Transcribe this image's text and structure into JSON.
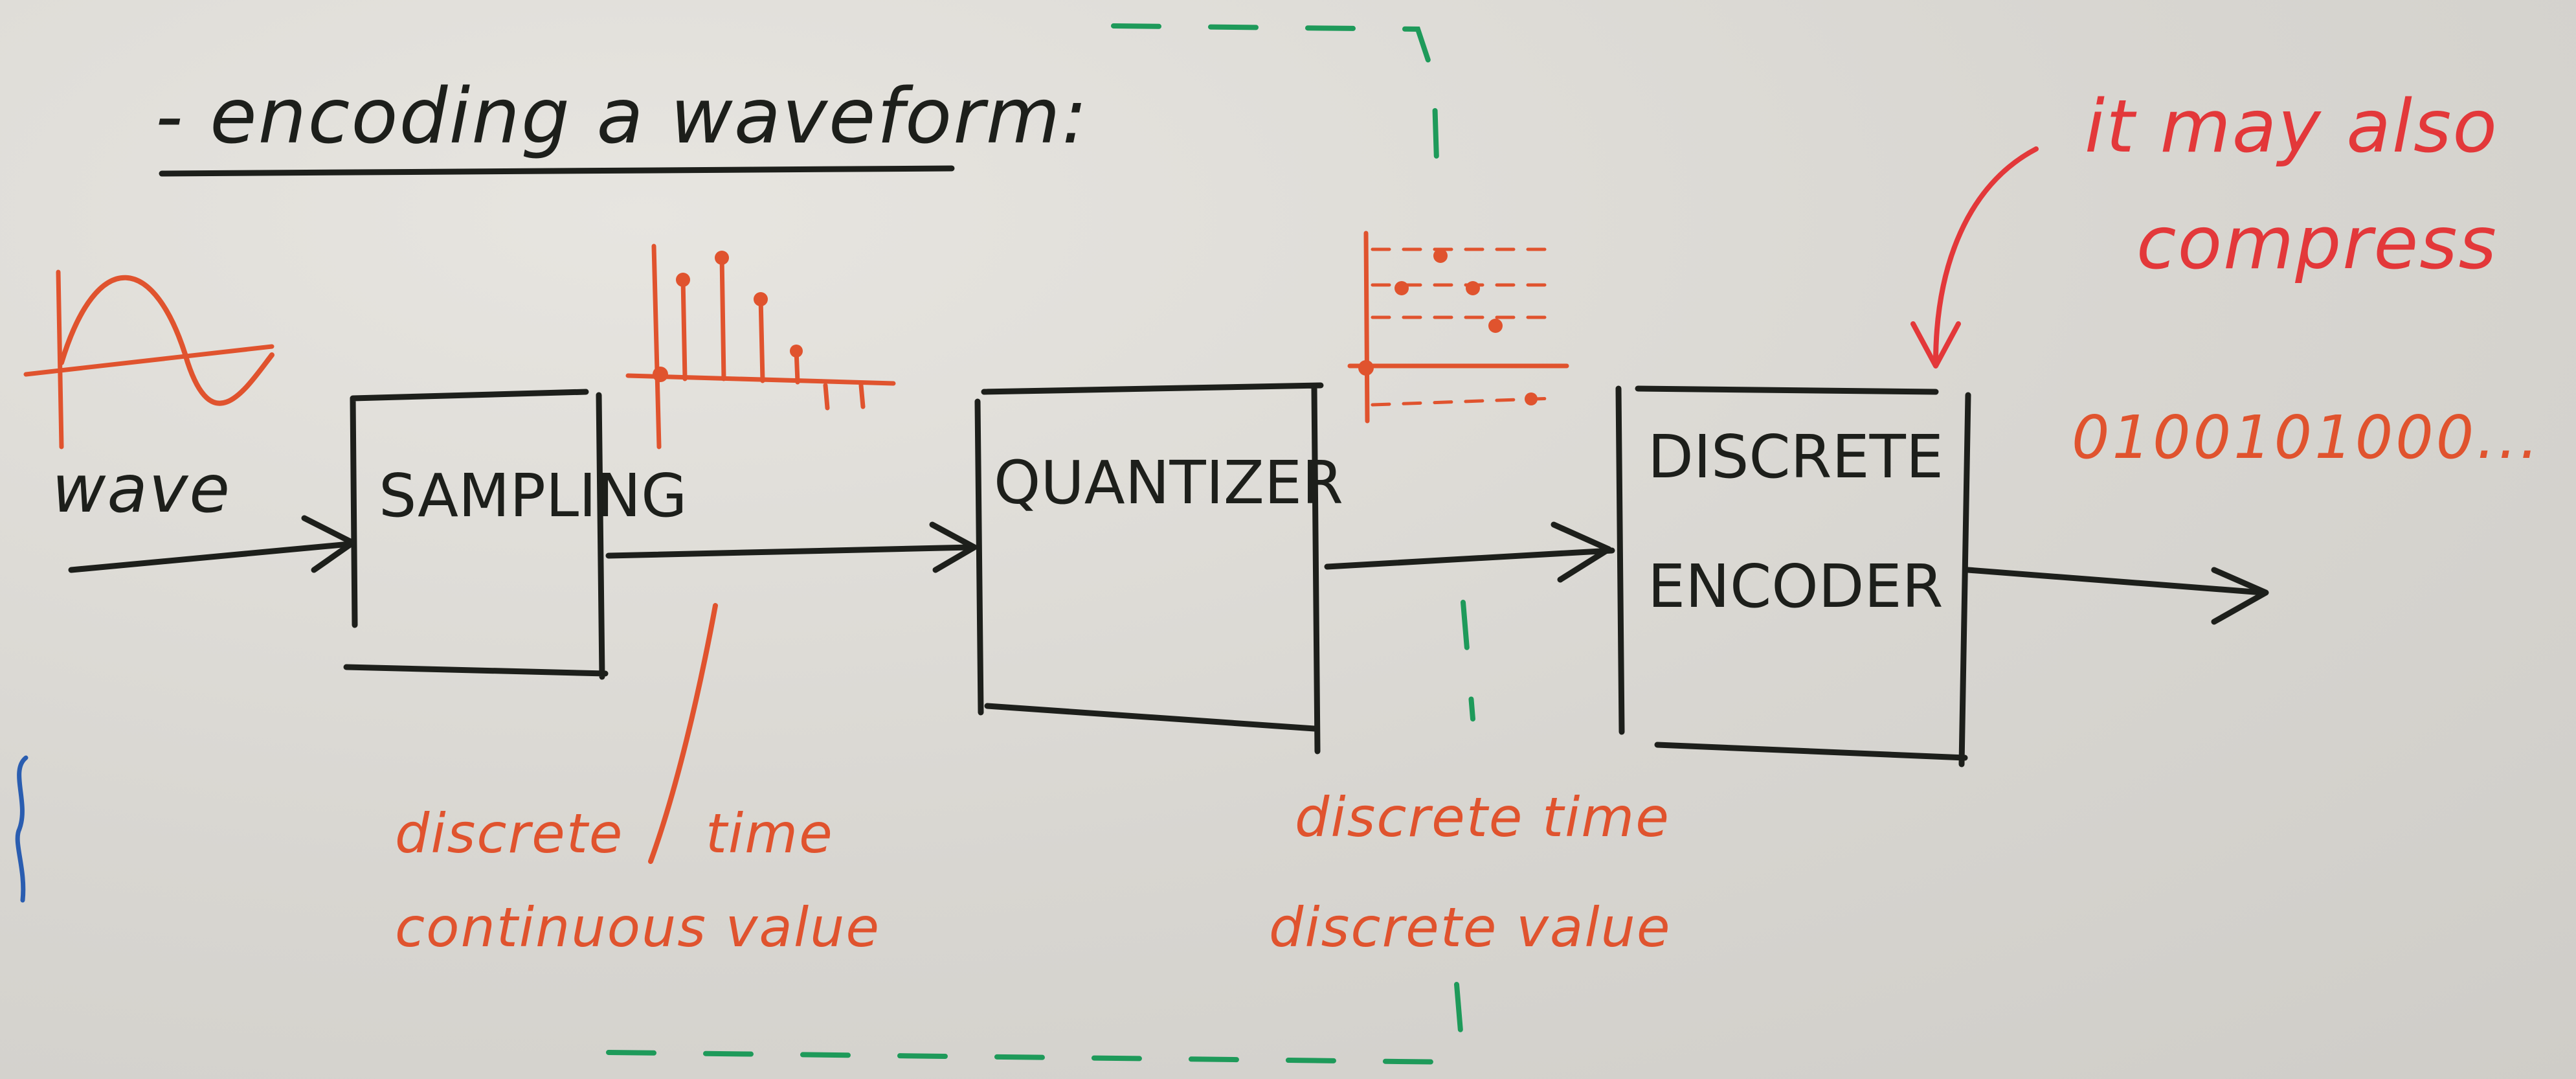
{
  "diagram": {
    "title": "- encoding a waveform:",
    "input_label": "wave",
    "blocks": {
      "sampling": "SAMPLING",
      "quantizer": "QUANTIZER",
      "encoder_line1": "DISCRETE",
      "encoder_line2": "ENCODER"
    },
    "notes": {
      "after_sampling_discrete": "discrete",
      "after_sampling_time": "time",
      "after_sampling_value": "continuous value",
      "after_quantizer_time": "discrete time",
      "after_quantizer_value": "discrete value"
    },
    "output_bits": "0100101000...",
    "side_note_line1": "it may also",
    "side_note_line2": "compress"
  },
  "colors": {
    "board": "#d9d7d2",
    "black_marker": "#1d1f1b",
    "orange_marker": "#e0532e",
    "red_marker": "#e3383a",
    "green_marker": "#1e9a5a",
    "blue_marker": "#2a5db0"
  }
}
